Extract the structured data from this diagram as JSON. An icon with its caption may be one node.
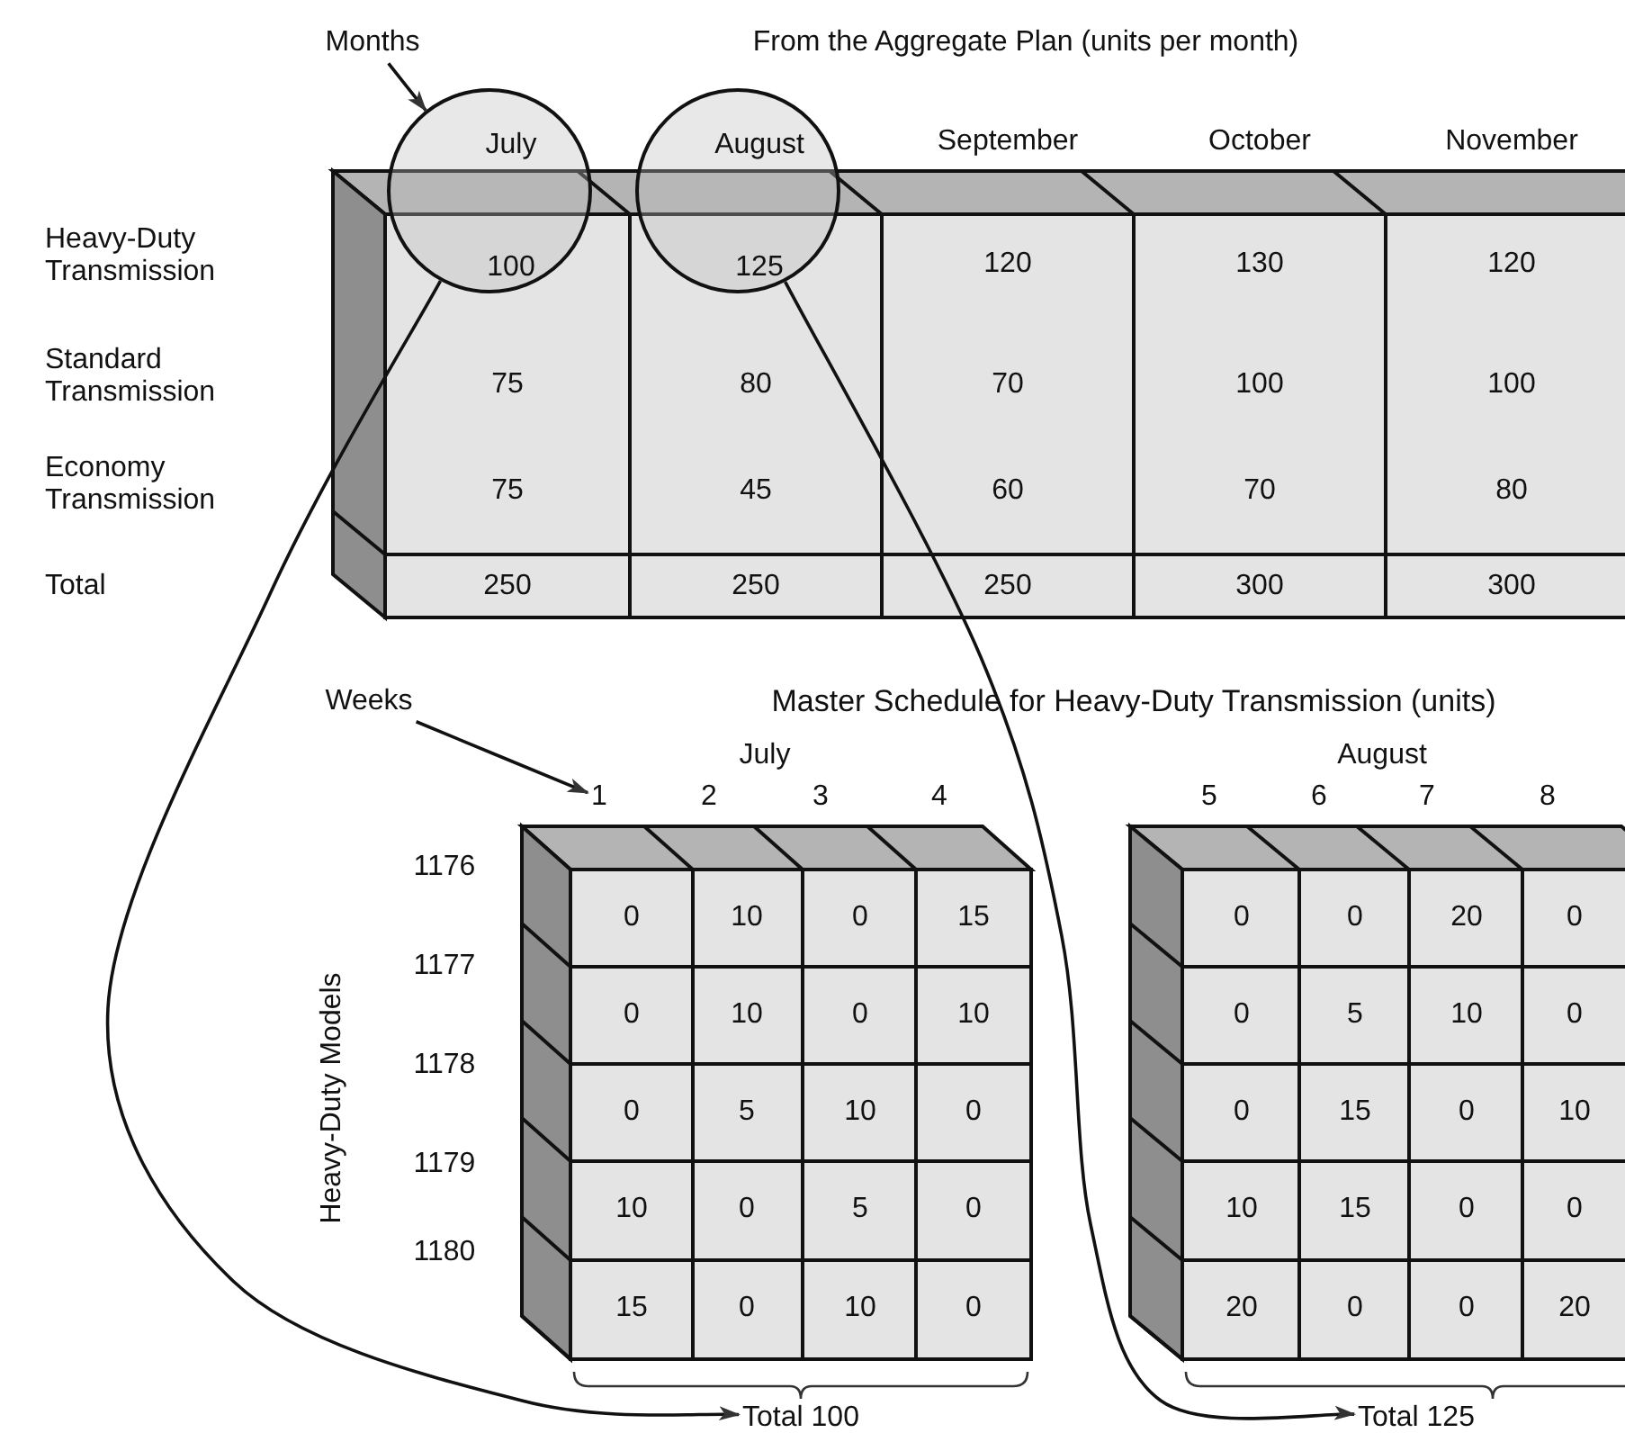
{
  "diagram": {
    "nodes": [
      {
        "text": [
          "Months"
        ]
      },
      {
        "text": [
          "July",
          "100"
        ]
      },
      {
        "text": [
          "August",
          "125"
        ]
      },
      {
        "text": [
          "Total 100"
        ]
      },
      {
        "text": [
          "Total 125"
        ]
      },
      {
        "text": [
          "Weeks"
        ]
      },
      {
        "text": [
          "1"
        ]
      }
    ],
    "edges": [
      {
        "from": 0,
        "to": 1,
        "arrow": "to"
      },
      {
        "from": 1,
        "to": 3,
        "arrow": "to"
      },
      {
        "from": 2,
        "to": 4,
        "arrow": "to"
      },
      {
        "from": 5,
        "to": 6,
        "arrow": "to"
      }
    ],
    "labels": [
      "From the Aggregate Plan (units per month)",
      "September",
      "October",
      "November",
      "Heavy-Duty Transmission",
      "120",
      "130",
      "120",
      "Standard Transmission",
      "75",
      "80",
      "70",
      "100",
      "100",
      "Economy Transmission",
      "75",
      "45",
      "60",
      "70",
      "80",
      "Total",
      "250",
      "250",
      "250",
      "300",
      "300",
      "Master Schedule for Heavy-Duty Transmission (units)",
      "July",
      "2",
      "3",
      "4",
      "August",
      "5",
      "6",
      "7",
      "8",
      "Heavy-Duty Models",
      "1176",
      "0",
      "10",
      "0",
      "15",
      "0",
      "0",
      "20",
      "0",
      "1177",
      "0",
      "10",
      "0",
      "10",
      "0",
      "5",
      "10",
      "0",
      "1178",
      "0",
      "5",
      "10",
      "0",
      "0",
      "15",
      "0",
      "10",
      "1179",
      "10",
      "0",
      "5",
      "0",
      "10",
      "15",
      "0",
      "0",
      "1180",
      "15",
      "0",
      "10",
      "0",
      "20",
      "0",
      "0",
      "20"
    ]
  }
}
